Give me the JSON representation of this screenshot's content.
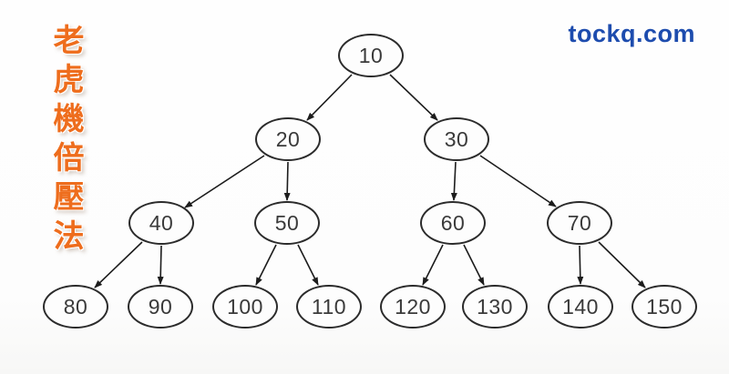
{
  "header": {
    "title_vertical": "老虎機倍壓法",
    "watermark": "tockq.com"
  },
  "colors": {
    "title_orange": "#ee6d1d",
    "watermark_blue": "#1d4cae",
    "node_stroke": "#2b2b2b",
    "node_text": "#3a3a3a",
    "edge_line": "#1c1c1c",
    "background": "#fdfdfd"
  },
  "tree": {
    "type": "binary-tree-diagram",
    "levels": [
      [
        "10"
      ],
      [
        "20",
        "30"
      ],
      [
        "40",
        "50",
        "60",
        "70"
      ],
      [
        "80",
        "90",
        "100",
        "110",
        "120",
        "130",
        "140",
        "150"
      ]
    ],
    "nodes": [
      {
        "label": "10"
      },
      {
        "label": "20"
      },
      {
        "label": "30"
      },
      {
        "label": "40"
      },
      {
        "label": "50"
      },
      {
        "label": "60"
      },
      {
        "label": "70"
      },
      {
        "label": "80"
      },
      {
        "label": "90"
      },
      {
        "label": "100"
      },
      {
        "label": "110"
      },
      {
        "label": "120"
      },
      {
        "label": "130"
      },
      {
        "label": "140"
      },
      {
        "label": "150"
      }
    ],
    "edges": [
      {
        "from": "10",
        "to": "20"
      },
      {
        "from": "10",
        "to": "30"
      },
      {
        "from": "20",
        "to": "40"
      },
      {
        "from": "20",
        "to": "50"
      },
      {
        "from": "30",
        "to": "60"
      },
      {
        "from": "30",
        "to": "70"
      },
      {
        "from": "40",
        "to": "80"
      },
      {
        "from": "40",
        "to": "90"
      },
      {
        "from": "50",
        "to": "100"
      },
      {
        "from": "50",
        "to": "110"
      },
      {
        "from": "60",
        "to": "120"
      },
      {
        "from": "60",
        "to": "130"
      },
      {
        "from": "70",
        "to": "140"
      },
      {
        "from": "70",
        "to": "150"
      }
    ]
  }
}
